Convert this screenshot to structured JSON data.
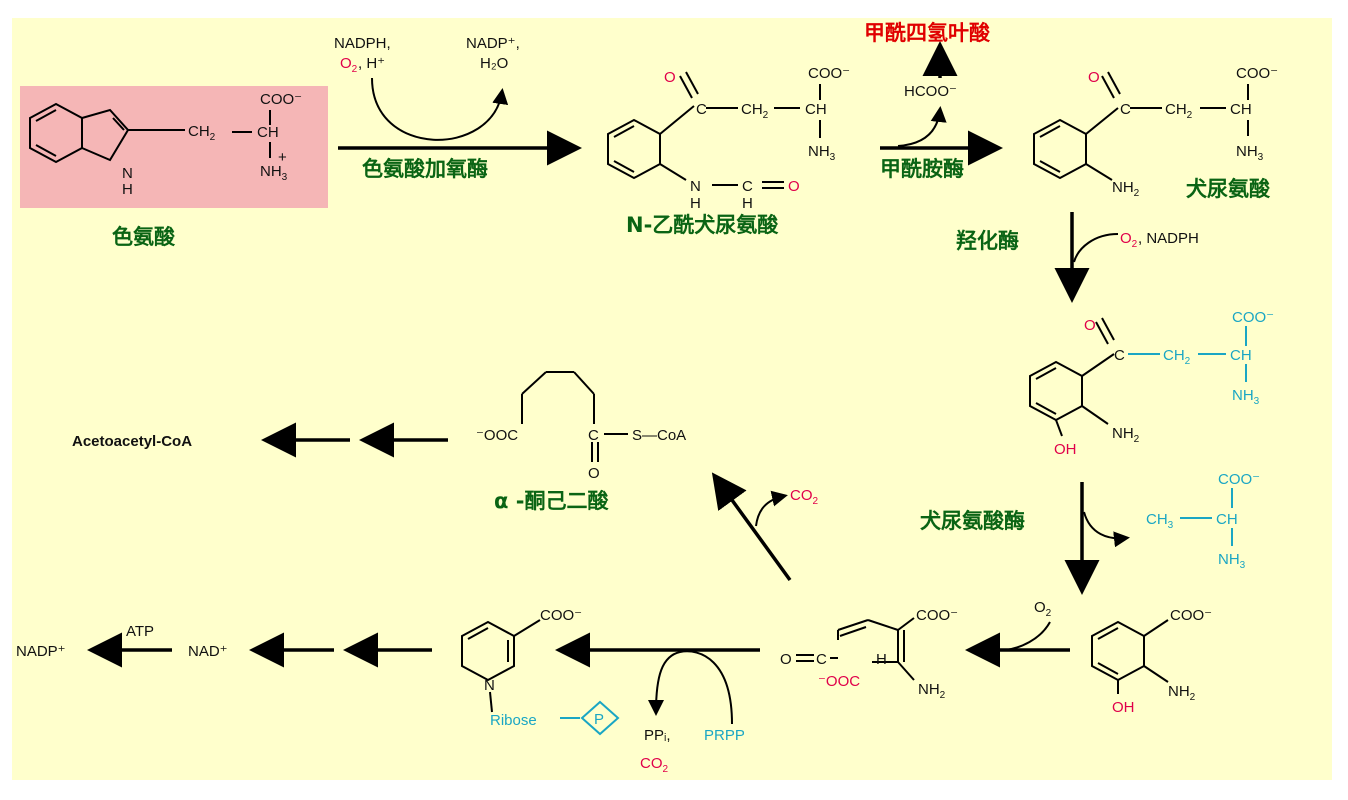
{
  "enzymes": {
    "tdo": "色氨酸加氧酶",
    "formamidase": "甲酰胺酶",
    "hydroxylase": "羟化酶",
    "kynureninase": "犬尿氨酸酶"
  },
  "compounds": {
    "tryptophan": "色氨酸",
    "n_formylkynurenine": "N-乙酰犬尿氨酸",
    "kynurenine": "犬尿氨酸",
    "formyl_thf": "甲酰四氢叶酸",
    "ketoadipate": "α -酮己二酸",
    "acetoacetyl_coa": "Acetoacetyl-CoA"
  },
  "reagents": {
    "nadph_comma": "NADPH,",
    "o2": "O",
    "h_plus": ", H⁺",
    "nadp_comma": "NADP⁺,",
    "h2o": "H₂O",
    "hcoo": "HCOO⁻",
    "o2_nadph": ", NADPH",
    "o2_plain": "O",
    "co2": "CO",
    "pp_co2": "PPᵢ,",
    "prpp": "PRPP",
    "nad": "NAD⁺",
    "nadp": "NADP⁺",
    "atp": "ATP"
  },
  "groups": {
    "coo": "COO⁻",
    "ch": "CH",
    "ch2": "CH",
    "nh3": "NH",
    "nh2": "NH",
    "oh": "OH",
    "o": "O",
    "c": "C",
    "n": "N",
    "h": "H",
    "ch3": "CH",
    "ribose": "Ribose",
    "p": "P",
    "ooc": "⁻OOC",
    "s_coa": "S—CoA"
  }
}
